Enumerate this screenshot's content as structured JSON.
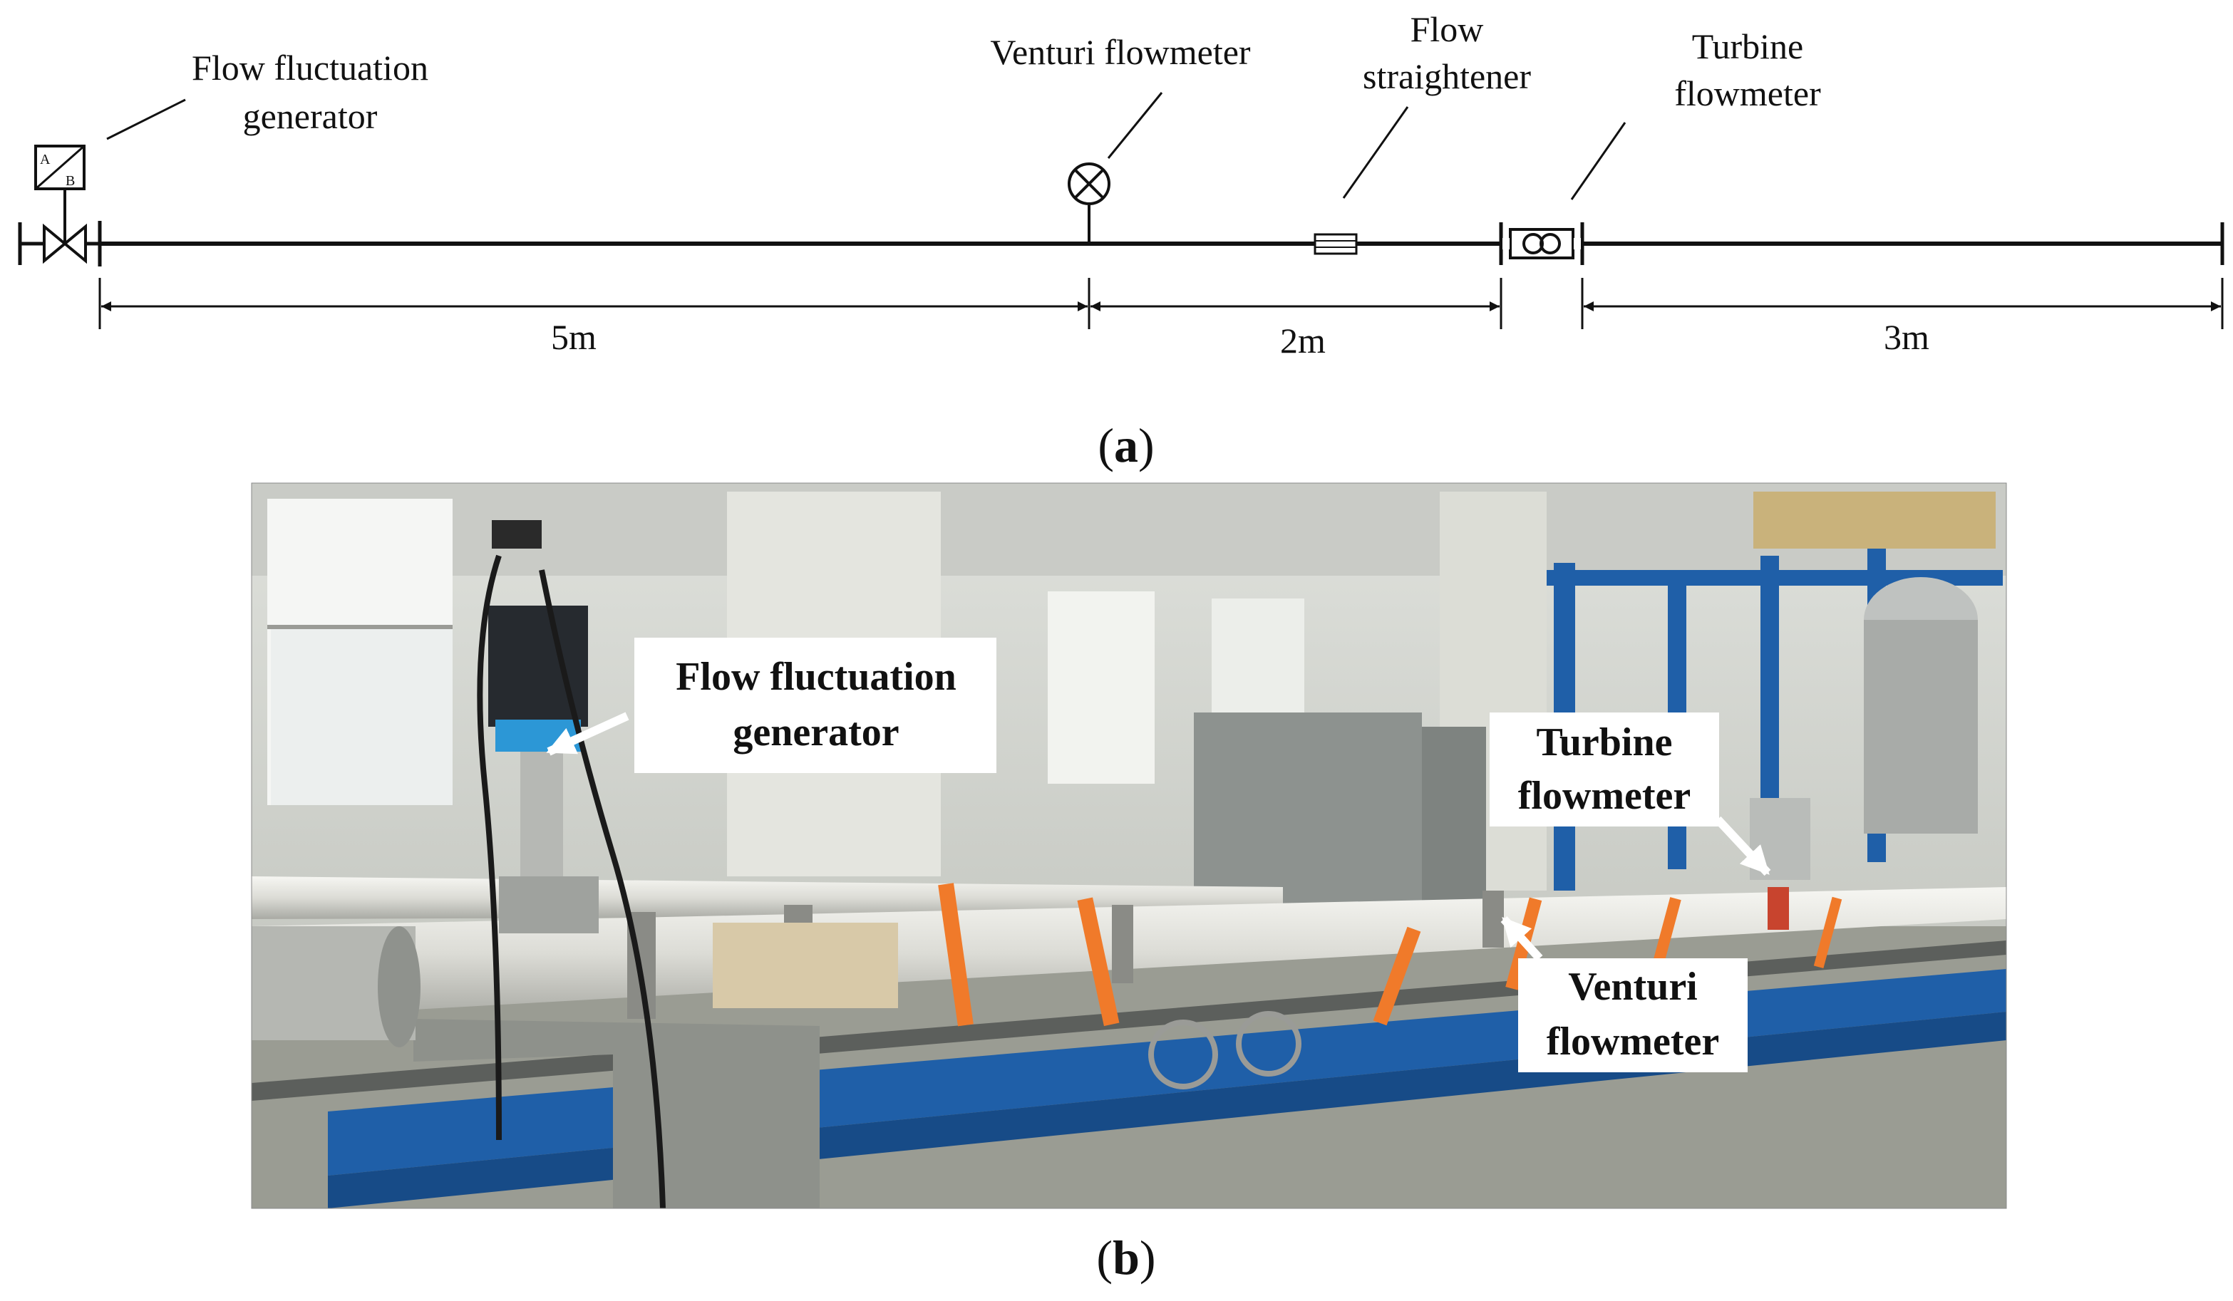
{
  "schematic": {
    "generator_label_line1": "Flow fluctuation",
    "generator_label_line2": "generator",
    "actuator_letter_a": "A",
    "actuator_letter_b": "B",
    "venturi_label": "Venturi flowmeter",
    "straightener_label_line1": "Flow",
    "straightener_label_line2": "straightener",
    "turbine_label_line1": "Turbine",
    "turbine_label_line2": "flowmeter",
    "dim_1": "5m",
    "dim_2": "2m",
    "dim_3": "3m",
    "caption": "(a)",
    "caption_letter": "a"
  },
  "photo": {
    "generator_callout_line1": "Flow fluctuation",
    "generator_callout_line2": "generator",
    "turbine_callout_line1": "Turbine",
    "turbine_callout_line2": "flowmeter",
    "venturi_callout_line1": "Venturi",
    "venturi_callout_line2": "flowmeter",
    "caption": "(b)",
    "caption_letter": "b"
  },
  "colors": {
    "line": "#111111",
    "photo_floor": "#9a9c93",
    "photo_frame_blue": "#1f5fa8",
    "pipe_white": "#e9e9e4",
    "strap_orange": "#f07a2a"
  }
}
